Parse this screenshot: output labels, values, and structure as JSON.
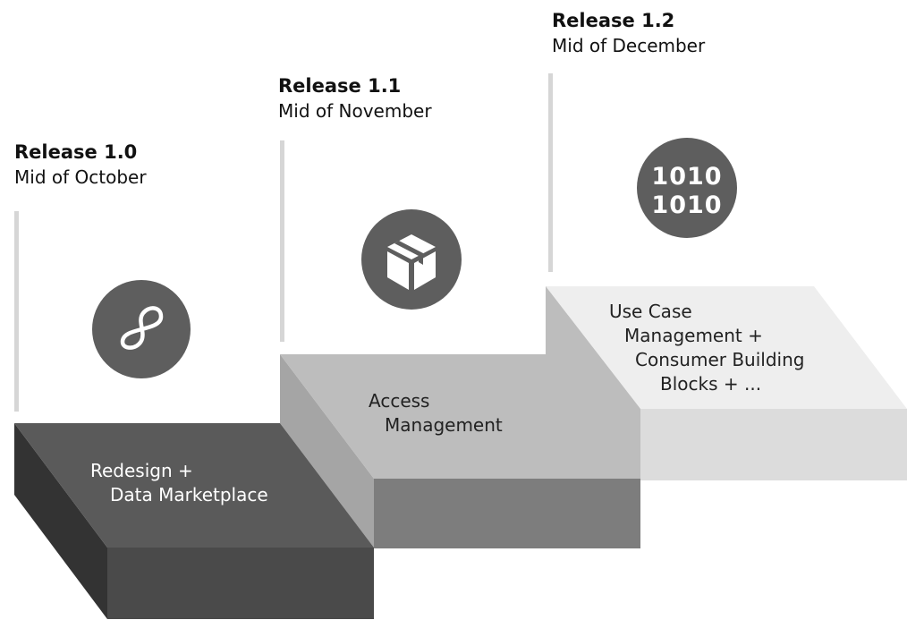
{
  "releases": [
    {
      "title": "Release 1.0",
      "date": "Mid of October",
      "icon": "infinity-icon",
      "label": [
        "Redesign +",
        "Data Marketplace"
      ]
    },
    {
      "title": "Release 1.1",
      "date": "Mid of November",
      "icon": "package-box-icon",
      "label": [
        "Access",
        "Management"
      ]
    },
    {
      "title": "Release 1.2",
      "date": "Mid of December",
      "icon": "binary-data-icon",
      "label": [
        "Use Case",
        "Management +",
        "Consumer Building",
        "Blocks + ..."
      ],
      "icon_text": [
        "1010",
        "1010"
      ]
    }
  ],
  "colors": {
    "step1_top": "#5a5a5a",
    "step1_front": "#4a4a4a",
    "step1_side": "#333333",
    "step2_top": "#bdbdbd",
    "step2_front": "#7d7d7d",
    "step2_side": "#a5a5a5",
    "step3_top": "#eeeeee",
    "step3_front": "#dcdcdc",
    "step3_side": "#cfcfcf",
    "icon_circle": "#5e5e5e",
    "divider": "#d6d6d6"
  }
}
